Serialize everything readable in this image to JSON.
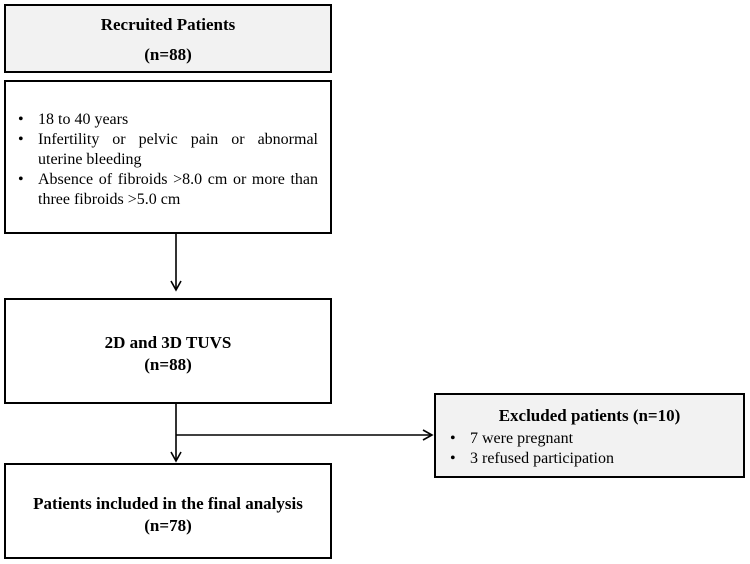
{
  "recruited": {
    "title": "Recruited Patients",
    "count": "(n=88)"
  },
  "criteria": {
    "items": [
      "18 to 40 years",
      "Infertility or pelvic pain or abnormal uterine bleeding",
      "Absence of fibroids >8.0 cm or more than three fibroids >5.0 cm"
    ]
  },
  "tuvs": {
    "title": "2D and 3D TUVS",
    "count": "(n=88)"
  },
  "excluded": {
    "title": "Excluded patients (n=10)",
    "items": [
      "7 were pregnant",
      "3 refused participation"
    ]
  },
  "final": {
    "title": "Patients included in the final analysis",
    "count": "(n=78)"
  }
}
